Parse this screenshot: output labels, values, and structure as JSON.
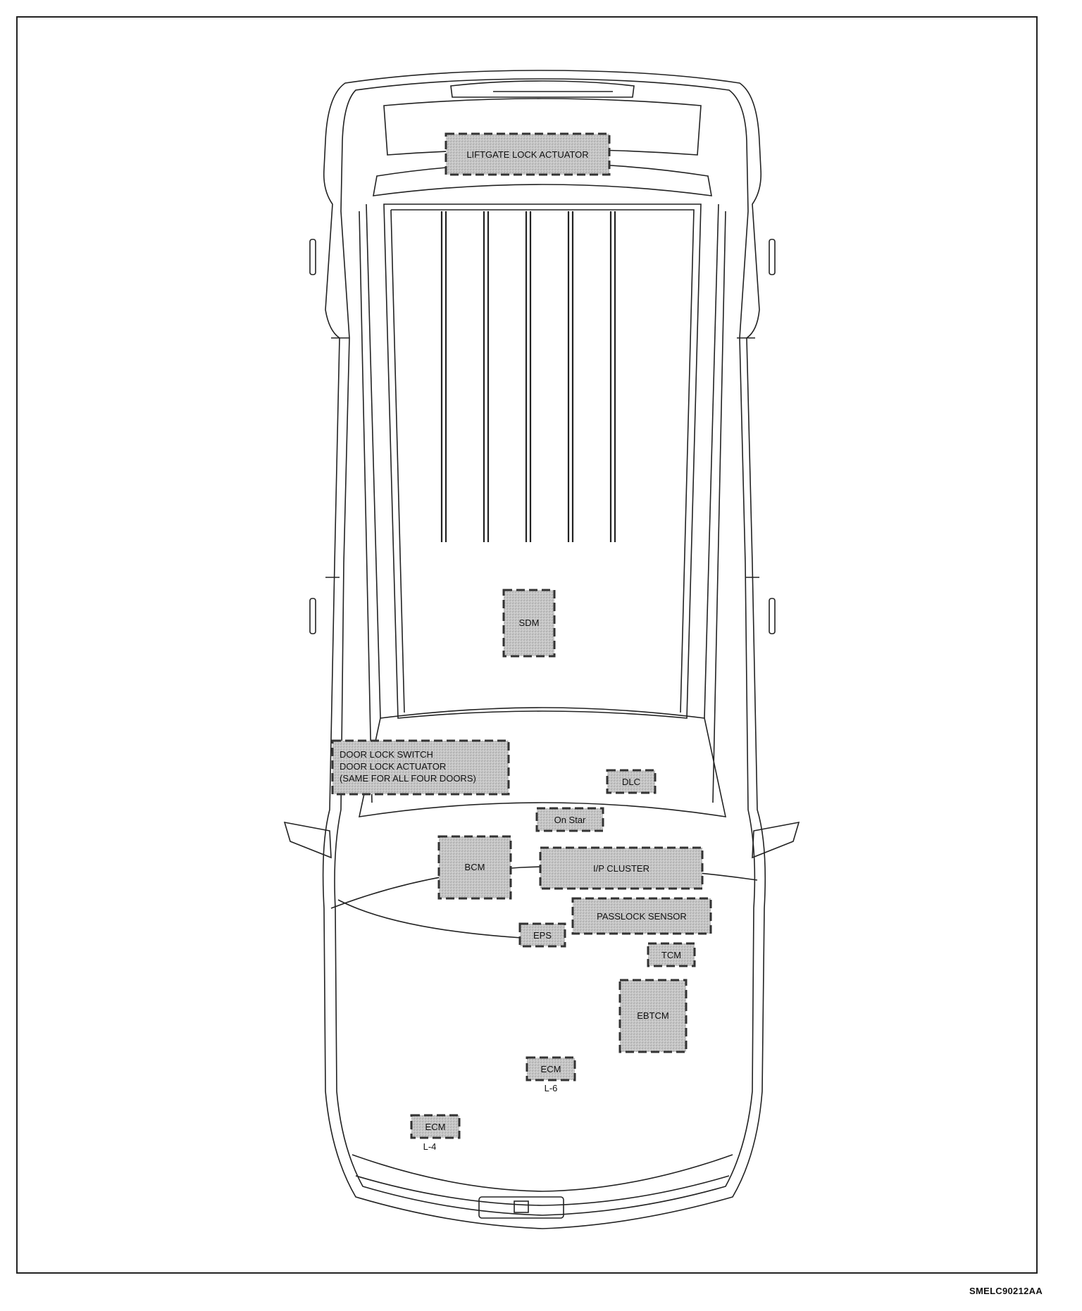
{
  "document_id": "SMELC90212AA",
  "components": {
    "liftgate_lock_actuator": "LIFTGATE LOCK ACTUATOR",
    "sdm": "SDM",
    "door_lock": [
      "DOOR LOCK SWITCH",
      "DOOR LOCK ACTUATOR",
      "(SAME FOR ALL FOUR DOORS)"
    ],
    "dlc": "DLC",
    "onstar": "On Star",
    "bcm": "BCM",
    "ip_cluster": "I/P CLUSTER",
    "passlock_sensor": "PASSLOCK SENSOR",
    "eps": "EPS",
    "tcm": "TCM",
    "ebtcm": "EBTCM",
    "ecm_l6": "ECM",
    "ecm_l6_note": "L-6",
    "ecm_l4": "ECM",
    "ecm_l4_note": "L-4"
  },
  "colors": {
    "line": "#222222",
    "box_fill": "#c9c9c9",
    "box_border": "#333333"
  }
}
